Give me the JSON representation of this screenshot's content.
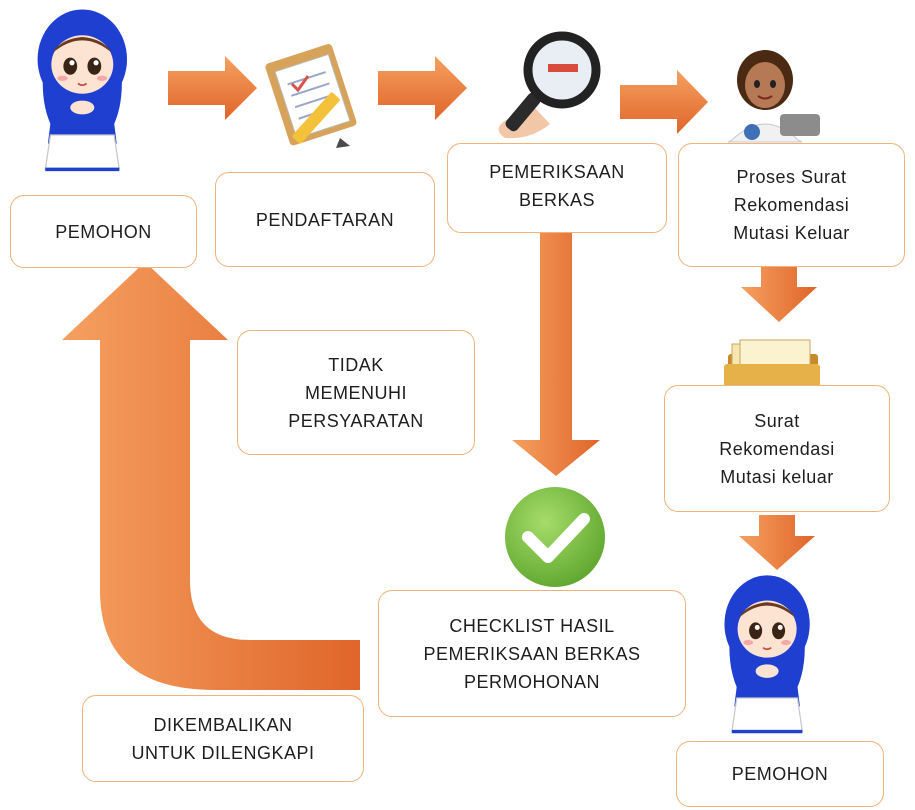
{
  "flow": {
    "pemohon_start": "PEMOHON",
    "pendaftaran": "PENDAFTARAN",
    "pemeriksaan_line1": "PEMERIKSAAN",
    "pemeriksaan_line2": "BERKAS",
    "proses_line1": "Proses Surat",
    "proses_line2": "Rekomendasi",
    "proses_line3": "Mutasi Keluar",
    "tidak_line1": "TIDAK",
    "tidak_line2": "MEMENUHI",
    "tidak_line3": "PERSYARATAN",
    "surat_line1": "Surat",
    "surat_line2": "Rekomendasi",
    "surat_line3": "Mutasi keluar",
    "checklist_line1": "CHECKLIST HASIL",
    "checklist_line2": "PEMERIKSAAN BERKAS",
    "checklist_line3": "PERMOHONAN",
    "dikembalikan_line1": "DIKEMBALIKAN",
    "dikembalikan_line2": "UNTUK DILENGKAPI",
    "pemohon_end": "PEMOHON"
  },
  "icons": {
    "applicant": "hijab-girl-icon",
    "registration": "clipboard-pencil-icon",
    "inspection": "magnifying-glass-icon",
    "officer": "office-worker-icon",
    "letter": "folder-documents-icon",
    "checklist": "green-check-icon"
  },
  "colors": {
    "arrow": "#e8782f",
    "box_border": "#f0b27a",
    "check": "#7cc043",
    "hijab": "#1f3fd1"
  }
}
